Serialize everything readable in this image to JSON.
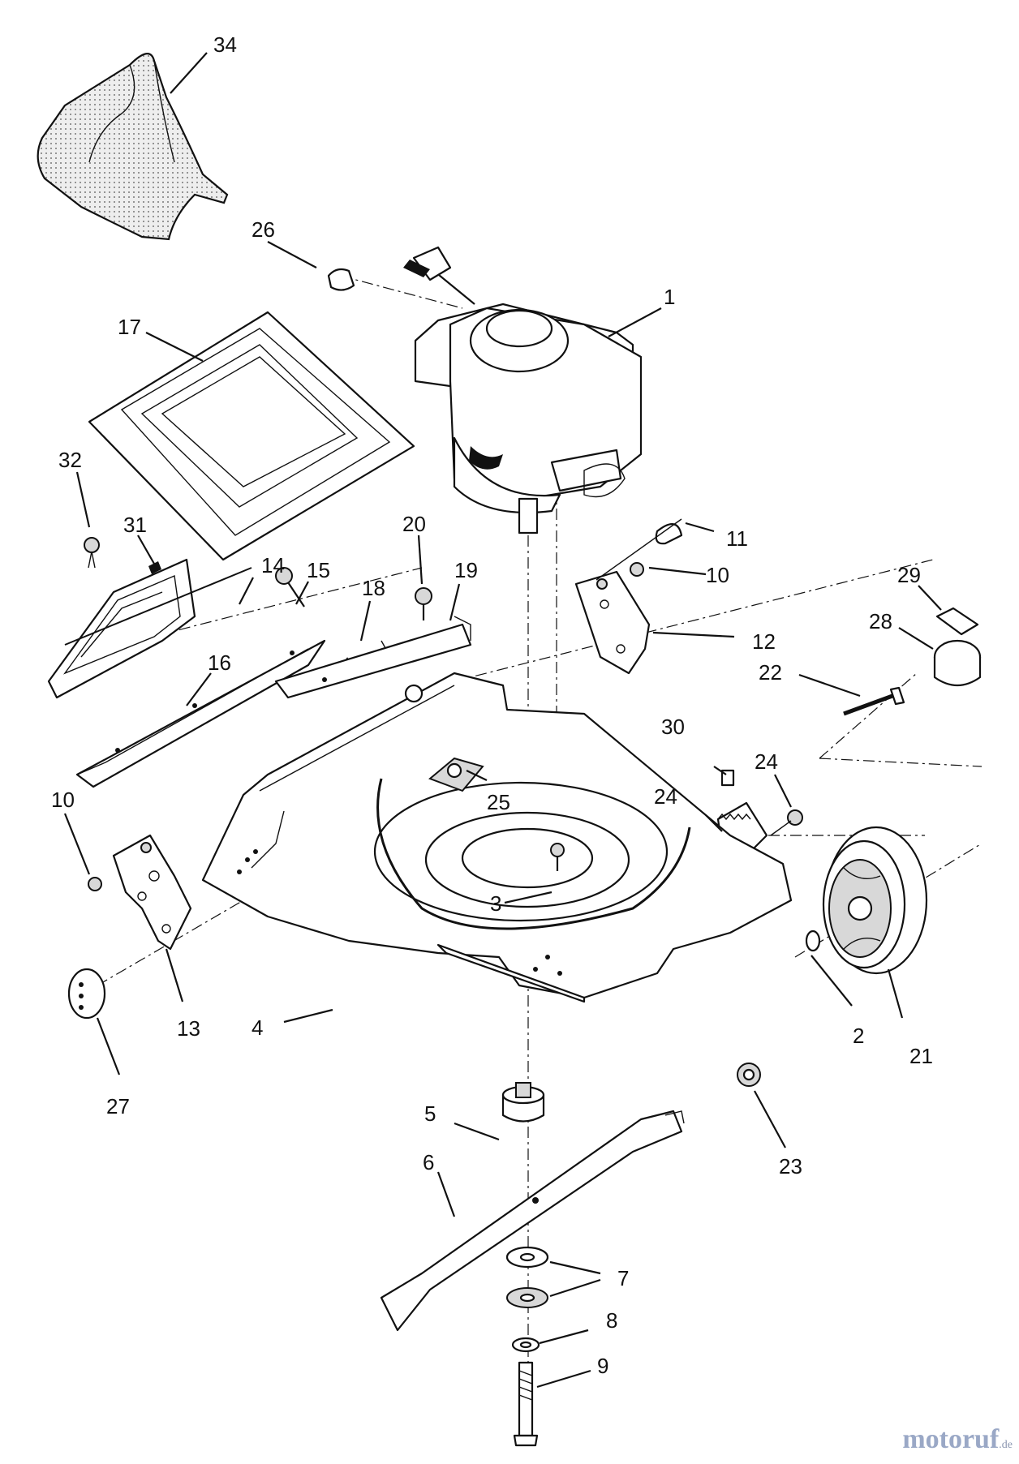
{
  "diagram": {
    "callouts": [
      "34",
      "26",
      "1",
      "17",
      "32",
      "31",
      "14",
      "15",
      "18",
      "20",
      "19",
      "11",
      "10",
      "12",
      "29",
      "28",
      "16",
      "22",
      "30",
      "24",
      "24",
      "10",
      "25",
      "3",
      "2",
      "21",
      "13",
      "4",
      "27",
      "23",
      "5",
      "6",
      "7",
      "8",
      "9"
    ]
  },
  "watermark": {
    "brand": "motoruf",
    "suffix": ".de"
  }
}
